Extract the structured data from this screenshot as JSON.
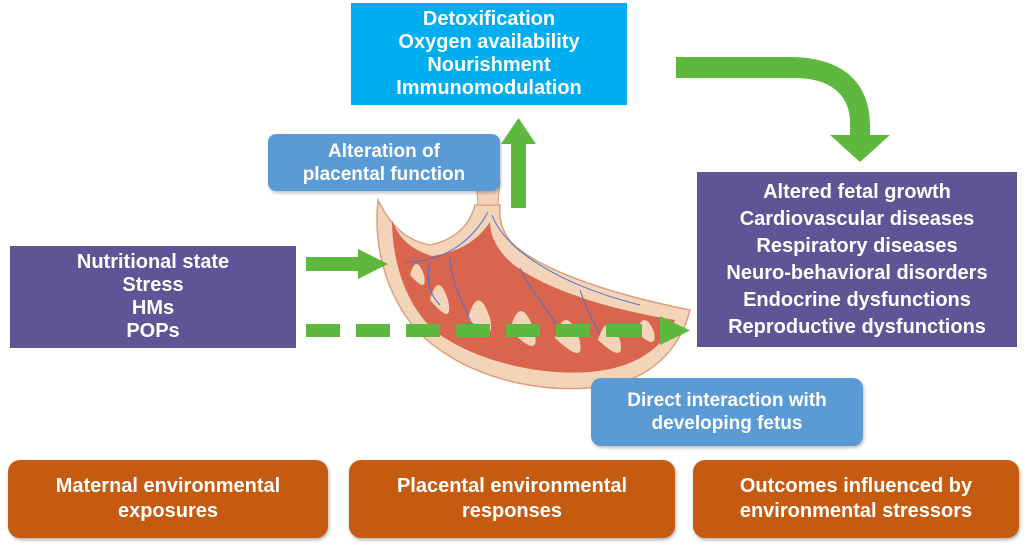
{
  "functions": [
    "Detoxification",
    "Oxygen availability",
    "Nourishment",
    "Immunomodulation"
  ],
  "exposures": [
    "Nutritional state",
    "Stress",
    "HMs",
    "POPs"
  ],
  "outcomes": [
    "Altered fetal growth",
    "Cardiovascular diseases",
    "Respiratory diseases",
    "Neuro-behavioral disorders",
    "Endocrine dysfunctions",
    "Reproductive dysfunctions"
  ],
  "alteration": [
    "Alteration of",
    "placental function"
  ],
  "direct": [
    "Direct interaction with",
    "developing fetus"
  ],
  "categories": {
    "maternal": [
      "Maternal environmental",
      "exposures"
    ],
    "placental": [
      "Placental environmental",
      "responses"
    ],
    "outcomes": [
      "Outcomes influenced by",
      "environmental stressors"
    ]
  },
  "colors": {
    "light_blue": "#00AEEF",
    "purple": "#5E5596",
    "steel_blue": "#5B9BD5",
    "orange": "#C55A11",
    "green": "#5FB83E"
  }
}
